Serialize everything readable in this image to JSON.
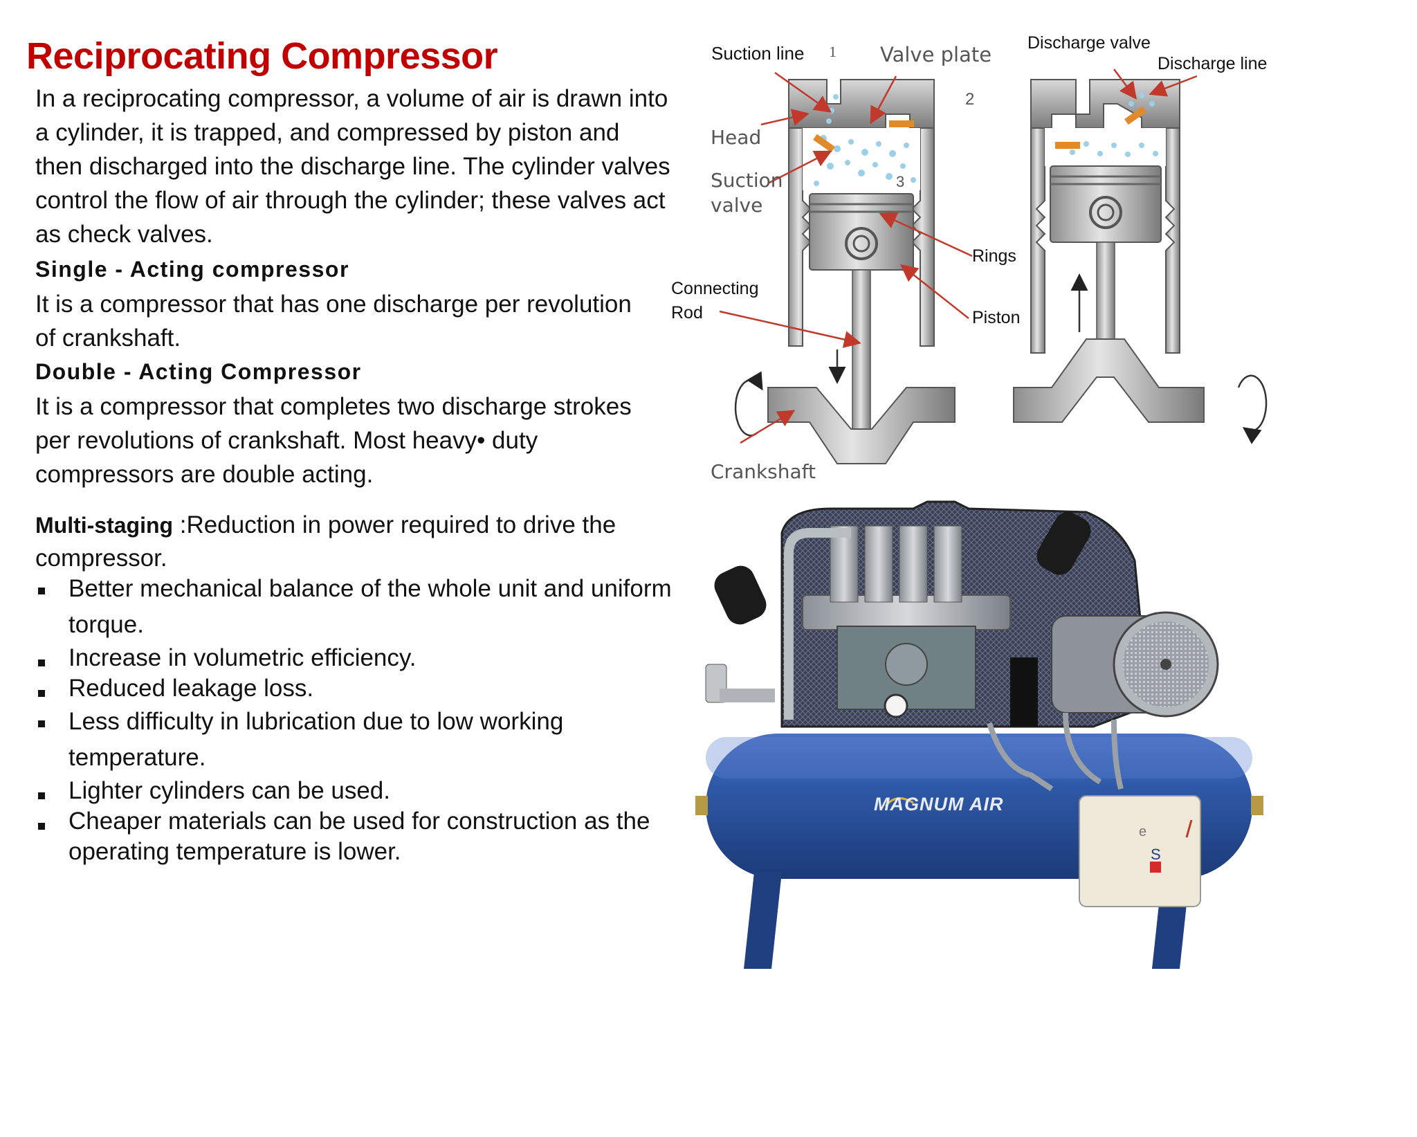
{
  "title": "Reciprocating Compressor",
  "intro": "In a reciprocating compressor, a volume  of air is drawn into a cylinder, it is trapped, and compressed by piston and then discharged into the discharge line. The cylinder valves control the flow of air through the cylinder; these valves act as check valves.",
  "single": {
    "heading": "Single - Acting compressor",
    "text": "It is a compressor that has one discharge per revolution of crankshaft."
  },
  "double": {
    "heading": "Double - Acting Compressor",
    "text": "It is a compressor that completes two discharge strokes per revolutions of crankshaft.  Most heavy• duty compressors are double acting."
  },
  "multi": {
    "label": "Multi-staging",
    "text": " :Reduction in power  required to drive the compressor."
  },
  "bullets": [
    "Better mechanical balance of the whole  unit and uniform torque.",
    "Increase in volumetric efficiency.",
    "Reduced leakage loss.",
    "Less  difficulty in lubrication due to low working temperature.",
    "Lighter cylinders can be used.",
    "Cheaper materials can be used for construction as the operating temperature is lower."
  ],
  "diagram": {
    "suction_line": "Suction  line",
    "marker_1": "1",
    "valve_plate": "Valve plate",
    "marker_2": "2",
    "marker_3": "3",
    "head": "Head",
    "suction_valve_1": "Suction",
    "suction_valve_2": "valve",
    "rings": "Rings",
    "connecting_1": "Connecting",
    "connecting_2": "Rod",
    "piston": "Piston",
    "crankshaft": "Crankshaft",
    "discharge_valve": "Discharge valve",
    "discharge_line": "Discharge  line"
  },
  "photo": {
    "brand": "MAGNUM AIR",
    "box_letter_e": "e",
    "box_letter_s": "S"
  },
  "colors": {
    "title": "#c00000",
    "tank_blue": "#2f5aa8",
    "arrow_red": "#c0392b",
    "valve_orange": "#e08a2a"
  }
}
